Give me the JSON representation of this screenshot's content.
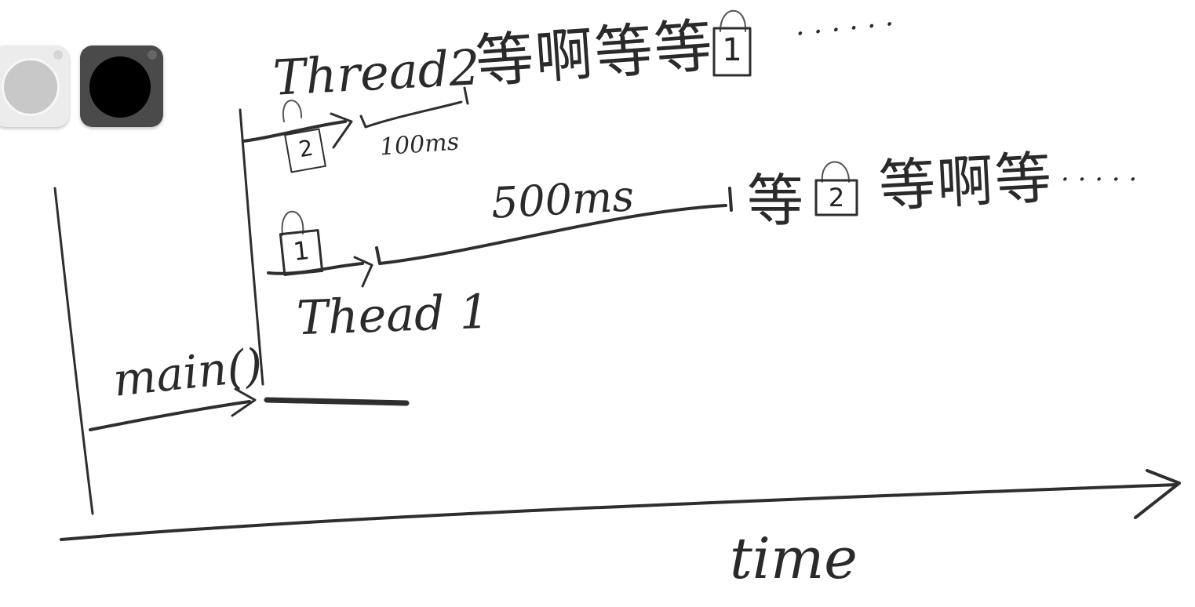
{
  "palette": {
    "light": {
      "outer": "#ececec",
      "inner": "#c8c8c8",
      "pin": "#d6d6d6"
    },
    "dark": {
      "outer": "#4a4a4a",
      "inner": "#000000",
      "pin": "#666666"
    }
  },
  "stroke_color": "#2e2e2e",
  "labels": {
    "thread2": "Thread2",
    "thread1": "Thead 1",
    "main": "main()",
    "time": "time",
    "t2_delay": "100ms",
    "t1_delay": "500ms",
    "t2_wait": "等啊等等",
    "t2_dots": "· · · · · ·",
    "t1_wait_a": "等",
    "t1_wait_b": "等啊等",
    "t1_dots": "· · · · ·"
  },
  "locks": {
    "thread2_holds": "2",
    "thread2_waits": "1",
    "thread1_holds": "1",
    "thread1_waits": "2"
  }
}
